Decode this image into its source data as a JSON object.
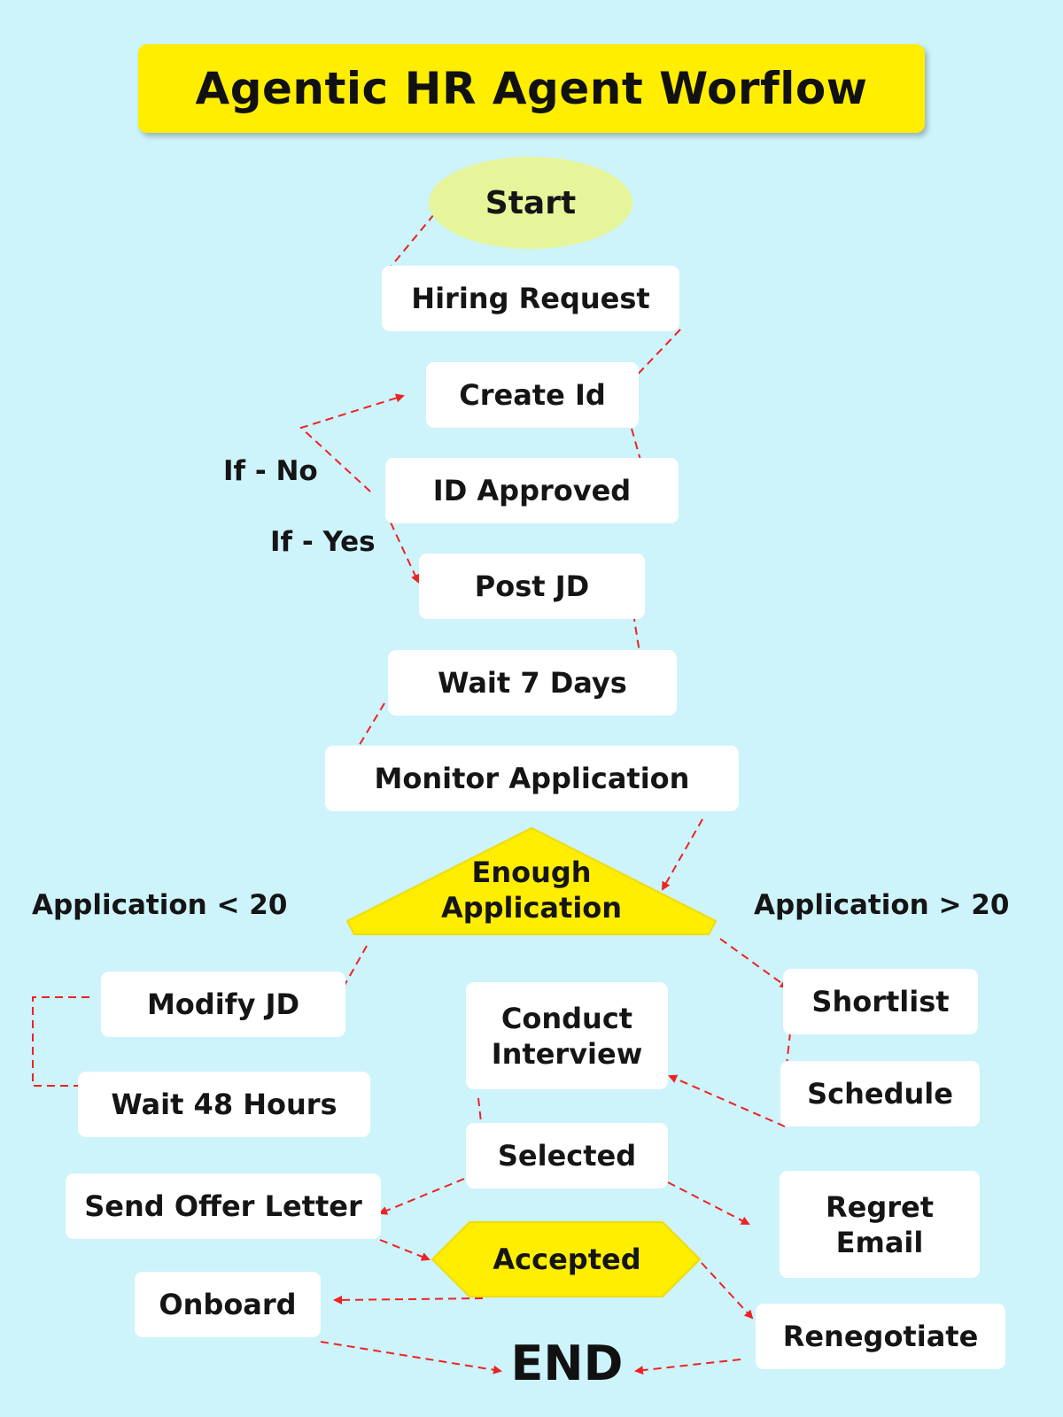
{
  "title": "Agentic HR Agent Worflow",
  "colors": {
    "background": "#cdf3fb",
    "title_banner": "#ffee00",
    "start": "#e6f59a",
    "decision": "#ffee00",
    "arrow": "#ee2222"
  },
  "nodes": {
    "start": "Start",
    "hiring_request": "Hiring Request",
    "create_id": "Create Id",
    "id_approved": "ID Approved",
    "post_jd": "Post JD",
    "wait_7_days": "Wait 7 Days",
    "monitor_application": "Monitor Application",
    "enough_application_line1": "Enough",
    "enough_application_line2": "Application",
    "modify_jd": "Modify JD",
    "wait_48_hours": "Wait 48 Hours",
    "conduct_interview_line1": "Conduct",
    "conduct_interview_line2": "Interview",
    "shortlist": "Shortlist",
    "schedule": "Schedule",
    "selected": "Selected",
    "send_offer_letter": "Send Offer Letter",
    "regret_email_line1": "Regret",
    "regret_email_line2": "Email",
    "accepted": "Accepted",
    "onboard": "Onboard",
    "renegotiate": "Renegotiate",
    "end": "END"
  },
  "labels": {
    "if_no": "If - No",
    "if_yes": "If - Yes",
    "app_less": "Application < 20",
    "app_more": "Application > 20"
  }
}
